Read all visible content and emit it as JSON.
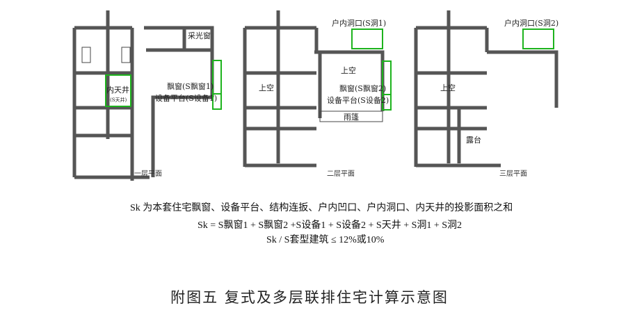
{
  "plans": [
    {
      "caption": "一层平面",
      "labels": {
        "skylight": "采光窗",
        "inner_well": "内天井",
        "inner_well_sub": "(S天井)",
        "bay_window": "飘窗(S飘窗1)",
        "equipment": "设备平台(S设备1)"
      }
    },
    {
      "caption": "二层平面",
      "labels": {
        "opening": "户内洞口(S洞1)",
        "void_top": "上空",
        "void_left": "上空",
        "bay_window": "飘窗(S飘窗2)",
        "equipment": "设备平台(S设备2)",
        "canopy": "雨篷"
      }
    },
    {
      "caption": "三层平面",
      "labels": {
        "opening": "户内洞口(S洞2)",
        "void_left": "上空",
        "terrace": "露台"
      }
    }
  ],
  "text": {
    "line1": "Sk 为本套住宅飘窗、设备平台、结构连扳、户内凹口、户内洞口、内天井的投影面积之和",
    "line2": "Sk = S飘窗1 + S飘窗2 +S设备1 + S设备2 +   S天井 + S洞1 + S洞2",
    "line3": "Sk / S套型建筑 ≤ 12%或10%"
  },
  "title": "附图五  复式及多层联排住宅计算示意图"
}
